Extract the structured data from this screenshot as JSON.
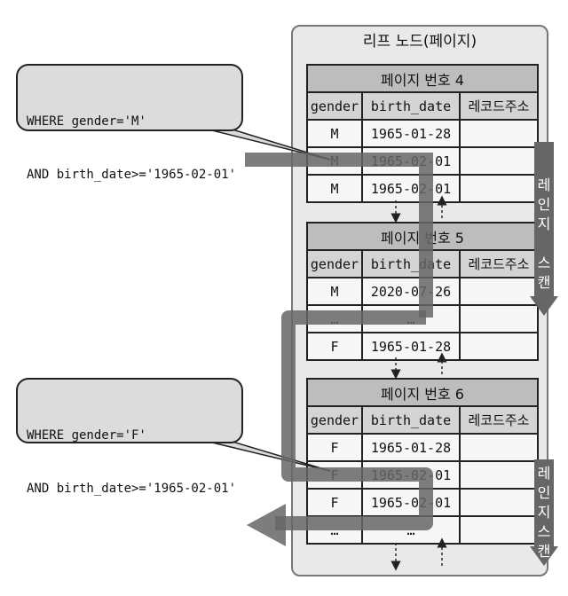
{
  "leaf": {
    "title": "리프 노드(페이지)"
  },
  "columns": [
    "gender",
    "birth_date",
    "레코드주소"
  ],
  "pages": [
    {
      "caption": "페이지 번호 4",
      "rows": [
        [
          "M",
          "1965-01-28",
          ""
        ],
        [
          "M",
          "1965-02-01",
          ""
        ],
        [
          "M",
          "1965-02-01",
          ""
        ]
      ]
    },
    {
      "caption": "페이지 번호 5",
      "rows": [
        [
          "M",
          "2020-07-26",
          ""
        ],
        [
          "…",
          "…",
          ""
        ],
        [
          "F",
          "1965-01-28",
          ""
        ]
      ]
    },
    {
      "caption": "페이지 번호 6",
      "rows": [
        [
          "F",
          "1965-01-28",
          ""
        ],
        [
          "F",
          "1965-02-01",
          ""
        ],
        [
          "F",
          "1965-02-01",
          ""
        ],
        [
          "…",
          "…",
          ""
        ]
      ]
    }
  ],
  "queries": [
    {
      "line1": "WHERE gender='M'",
      "line2": "AND birth_date>='1965-02-01'"
    },
    {
      "line1": "WHERE gender='F'",
      "line2": "AND birth_date>='1965-02-01'"
    }
  ],
  "scan_labels": [
    {
      "chars": [
        "레",
        "인",
        "지",
        "",
        "스",
        "캔"
      ]
    },
    {
      "chars": [
        "레",
        "인",
        "지",
        "스",
        "캔"
      ]
    }
  ],
  "colors": {
    "path": "#666666",
    "header": "#bdbdbd",
    "panel": "#e9e9e9"
  }
}
